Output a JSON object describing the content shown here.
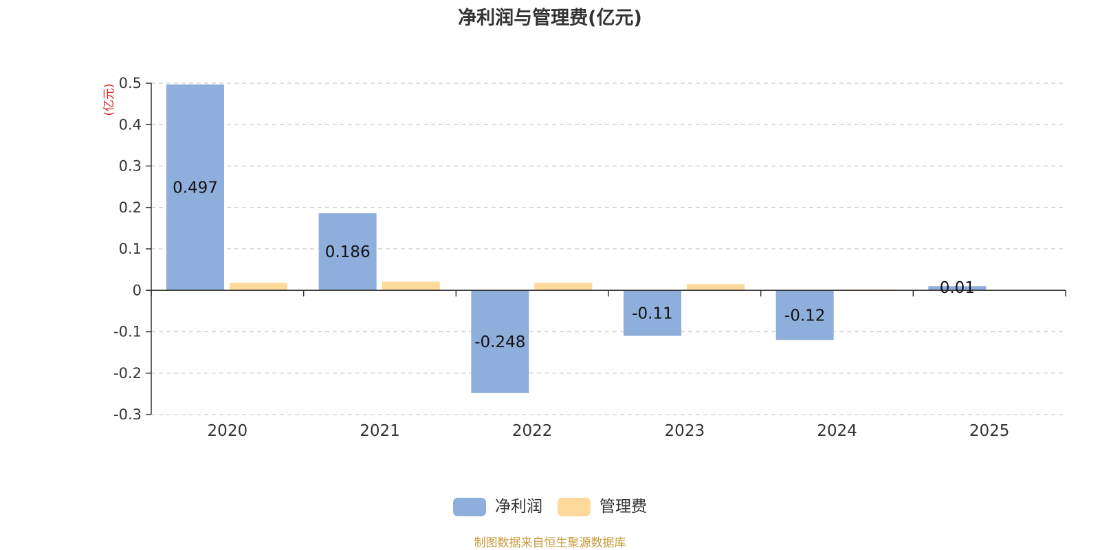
{
  "chart_data": {
    "type": "bar",
    "title": "净利润与管理费(亿元)",
    "ylabel": "(亿元)",
    "ylim": [
      -0.3,
      0.5
    ],
    "yticks": [
      0.5,
      0.4,
      0.3,
      0.2,
      0.1,
      0,
      -0.1,
      -0.2,
      -0.3
    ],
    "ytick_labels": [
      "0.5",
      "0.4",
      "0.3",
      "0.2",
      "0.1",
      "0",
      "-0.1",
      "-0.2",
      "-0.3"
    ],
    "categories": [
      "2020",
      "2021",
      "2022",
      "2023",
      "2024",
      "2025"
    ],
    "series": [
      {
        "name": "净利润",
        "color": "#8eaedb",
        "values": [
          0.497,
          0.186,
          -0.248,
          -0.11,
          -0.12,
          0.01
        ],
        "labels": [
          "0.497",
          "0.186",
          "-0.248",
          "-0.11",
          "-0.12",
          "0.01"
        ]
      },
      {
        "name": "管理费",
        "color": "#fdd99a",
        "values": [
          0.018,
          0.021,
          0.018,
          0.015,
          0.002,
          null
        ],
        "labels": []
      }
    ],
    "grid": true,
    "legend_position": "bottom-center"
  },
  "source_note": "制图数据来自恒生聚源数据库"
}
